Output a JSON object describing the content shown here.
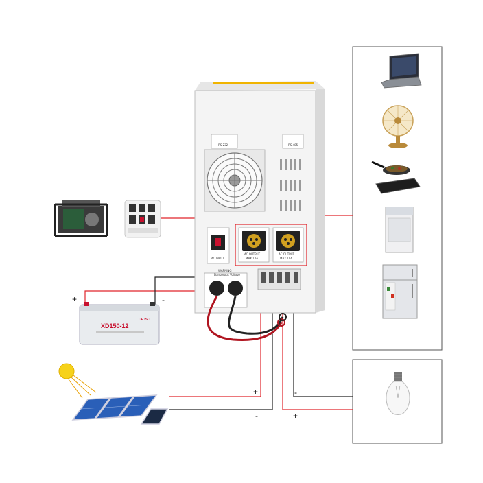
{
  "colors": {
    "positive_wire": "#e0242b",
    "negative_wire": "#222222",
    "inverter_body": "#f3f3f3",
    "inverter_accent": "#f0b400",
    "panel_blue": "#2a5fb8",
    "sun": "#f6d21a"
  },
  "inverter": {
    "rs232_label": "RS 232",
    "rs485_label": "RS 485",
    "ac_input_label": "AC INPUT",
    "ac_output_1_label": "AC OUTPUT",
    "ac_output_1_rating": "MAX 10A",
    "ac_output_2_label": "AC OUTPUT",
    "ac_output_2_rating": "MAX 10A",
    "warning_label": "WARNING",
    "warning_sublabel": "Dangerous Voltage"
  },
  "battery": {
    "model": "XD150-12",
    "cert": "CE ISO",
    "plus": "+",
    "minus": "-"
  },
  "solar": {
    "plus": "+",
    "minus": "-"
  },
  "lamp": {
    "plus": "+",
    "minus": "-"
  },
  "sources": [
    "generator-icon",
    "grid-meter-icon"
  ],
  "appliances": [
    "laptop-icon",
    "fan-icon",
    "induction-stove-icon",
    "washing-machine-icon",
    "refrigerator-icon"
  ],
  "dc_load": [
    "light-bulb-icon"
  ]
}
